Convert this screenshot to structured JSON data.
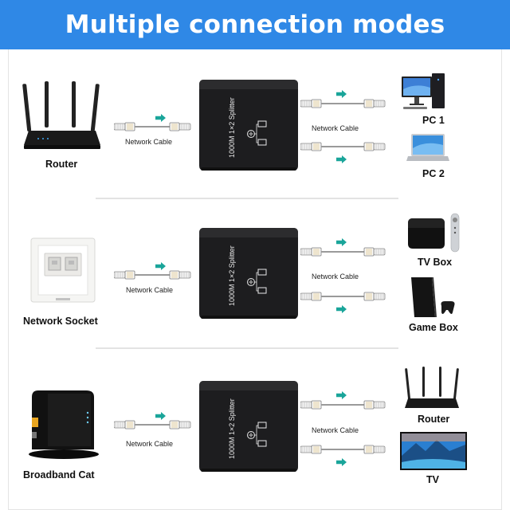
{
  "header": {
    "title": "Multiple connection modes"
  },
  "rows": [
    {
      "source": "Router",
      "input_cable": "Network Cable",
      "device_label": "1000M 1×2 Splitter",
      "output_cable": "Network Cable",
      "outputs": [
        "PC 1",
        "PC 2"
      ]
    },
    {
      "source": "Network Socket",
      "input_cable": "Network Cable",
      "device_label": "1000M 1×2 Splitter",
      "output_cable": "Network Cable",
      "outputs": [
        "TV Box",
        "Game Box"
      ]
    },
    {
      "source": "Broadband Cat",
      "input_cable": "Network Cable",
      "device_label": "1000M 1×2 Splitter",
      "output_cable": "Network Cable",
      "outputs": [
        "Router",
        "TV"
      ]
    }
  ],
  "colors": {
    "header": "#2f88e6",
    "arrow": "#1aa59a",
    "device": "#1d1d1f"
  }
}
